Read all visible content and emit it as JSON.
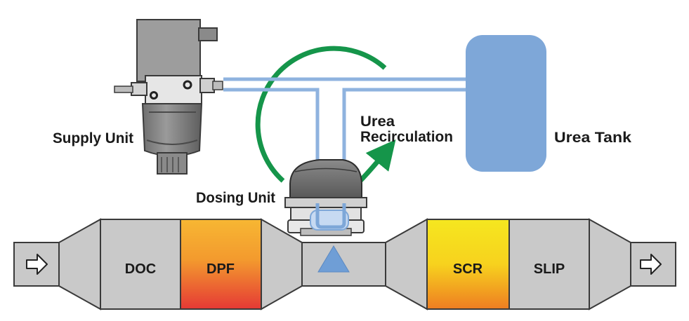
{
  "labels": {
    "supply_unit": "Supply Unit",
    "urea_tank": "Urea Tank",
    "recirc_line1": "Urea",
    "recirc_line2": "Recirculation",
    "dosing_unit": "Dosing Unit"
  },
  "exhaust_sections": {
    "doc": "DOC",
    "dpf": "DPF",
    "scr": "SCR",
    "slip": "SLIP"
  },
  "icons": {
    "inlet": "arrow-right-outline-icon",
    "outlet": "arrow-right-outline-icon",
    "flow_direction": "triangle-up-icon",
    "recirculation": "circular-arrow-icon"
  },
  "colors": {
    "exhaust_gray": "#c9c9c9",
    "outline": "#3a3a3a",
    "urea_blue": "#7ea7d8",
    "recirc_green": "#15954a",
    "dpf_top": "#f7b733",
    "dpf_bottom": "#e53935",
    "scr_top": "#f5e71f",
    "scr_bottom": "#f08a24"
  }
}
